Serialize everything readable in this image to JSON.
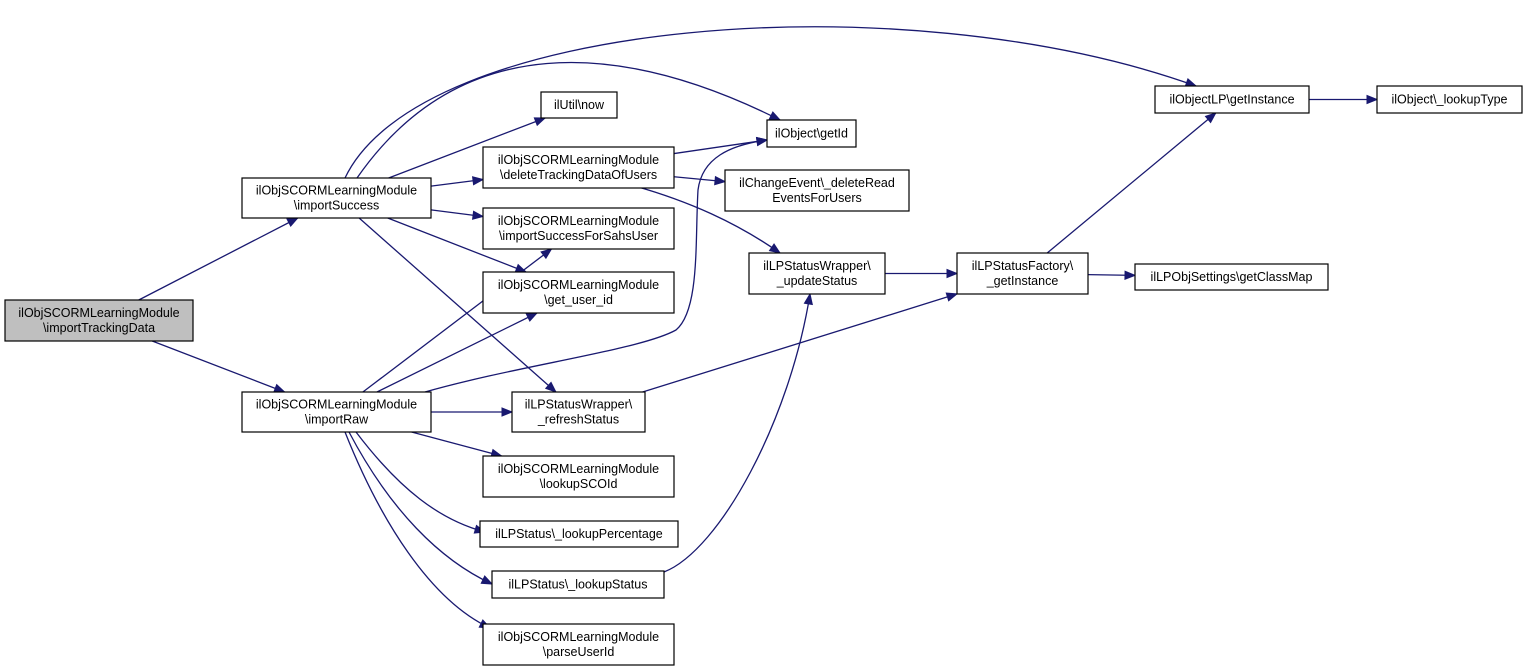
{
  "nodes": {
    "importTrackingData": [
      "ilObjSCORMLearningModule",
      "\\importTrackingData"
    ],
    "importSuccess": [
      "ilObjSCORMLearningModule",
      "\\importSuccess"
    ],
    "importRaw": [
      "ilObjSCORMLearningModule",
      "\\importRaw"
    ],
    "utilNow": [
      "ilUtil\\now"
    ],
    "deleteTrackingDataOfUsers": [
      "ilObjSCORMLearningModule",
      "\\deleteTrackingDataOfUsers"
    ],
    "importSuccessForSahsUser": [
      "ilObjSCORMLearningModule",
      "\\importSuccessForSahsUser"
    ],
    "getUserId": [
      "ilObjSCORMLearningModule",
      "\\get_user_id"
    ],
    "refreshStatus": [
      "ilLPStatusWrapper\\",
      "_refreshStatus"
    ],
    "lookupSCOId": [
      "ilObjSCORMLearningModule",
      "\\lookupSCOId"
    ],
    "lookupPercentage": [
      "ilLPStatus\\_lookupPercentage"
    ],
    "lookupStatus": [
      "ilLPStatus\\_lookupStatus"
    ],
    "parseUserId": [
      "ilObjSCORMLearningModule",
      "\\parseUserId"
    ],
    "objectGetId": [
      "ilObject\\getId"
    ],
    "deleteReadEvents": [
      "ilChangeEvent\\_deleteRead",
      "EventsForUsers"
    ],
    "updateStatus": [
      "ilLPStatusWrapper\\",
      "_updateStatus"
    ],
    "statusFactoryGetInstance": [
      "ilLPStatusFactory\\",
      "_getInstance"
    ],
    "objectLPGetInstance": [
      "ilObjectLP\\getInstance"
    ],
    "lookupType": [
      "ilObject\\_lookupType"
    ],
    "getClassMap": [
      "ilLPObjSettings\\getClassMap"
    ]
  },
  "edges": [
    [
      "importTrackingData",
      "importSuccess"
    ],
    [
      "importTrackingData",
      "importRaw"
    ],
    [
      "importSuccess",
      "objectLPGetInstance"
    ],
    [
      "importSuccess",
      "objectGetId"
    ],
    [
      "importSuccess",
      "utilNow"
    ],
    [
      "importSuccess",
      "deleteTrackingDataOfUsers"
    ],
    [
      "importSuccess",
      "importSuccessForSahsUser"
    ],
    [
      "importSuccess",
      "getUserId"
    ],
    [
      "importSuccess",
      "refreshStatus"
    ],
    [
      "importRaw",
      "objectGetId"
    ],
    [
      "importRaw",
      "importSuccessForSahsUser"
    ],
    [
      "importRaw",
      "getUserId"
    ],
    [
      "importRaw",
      "refreshStatus"
    ],
    [
      "importRaw",
      "lookupSCOId"
    ],
    [
      "importRaw",
      "lookupPercentage"
    ],
    [
      "importRaw",
      "lookupStatus"
    ],
    [
      "importRaw",
      "parseUserId"
    ],
    [
      "deleteTrackingDataOfUsers",
      "objectGetId"
    ],
    [
      "deleteTrackingDataOfUsers",
      "deleteReadEvents"
    ],
    [
      "deleteTrackingDataOfUsers",
      "updateStatus"
    ],
    [
      "refreshStatus",
      "statusFactoryGetInstance"
    ],
    [
      "lookupStatus",
      "updateStatus"
    ],
    [
      "updateStatus",
      "statusFactoryGetInstance"
    ],
    [
      "statusFactoryGetInstance",
      "objectLPGetInstance"
    ],
    [
      "statusFactoryGetInstance",
      "getClassMap"
    ],
    [
      "objectLPGetInstance",
      "lookupType"
    ]
  ]
}
